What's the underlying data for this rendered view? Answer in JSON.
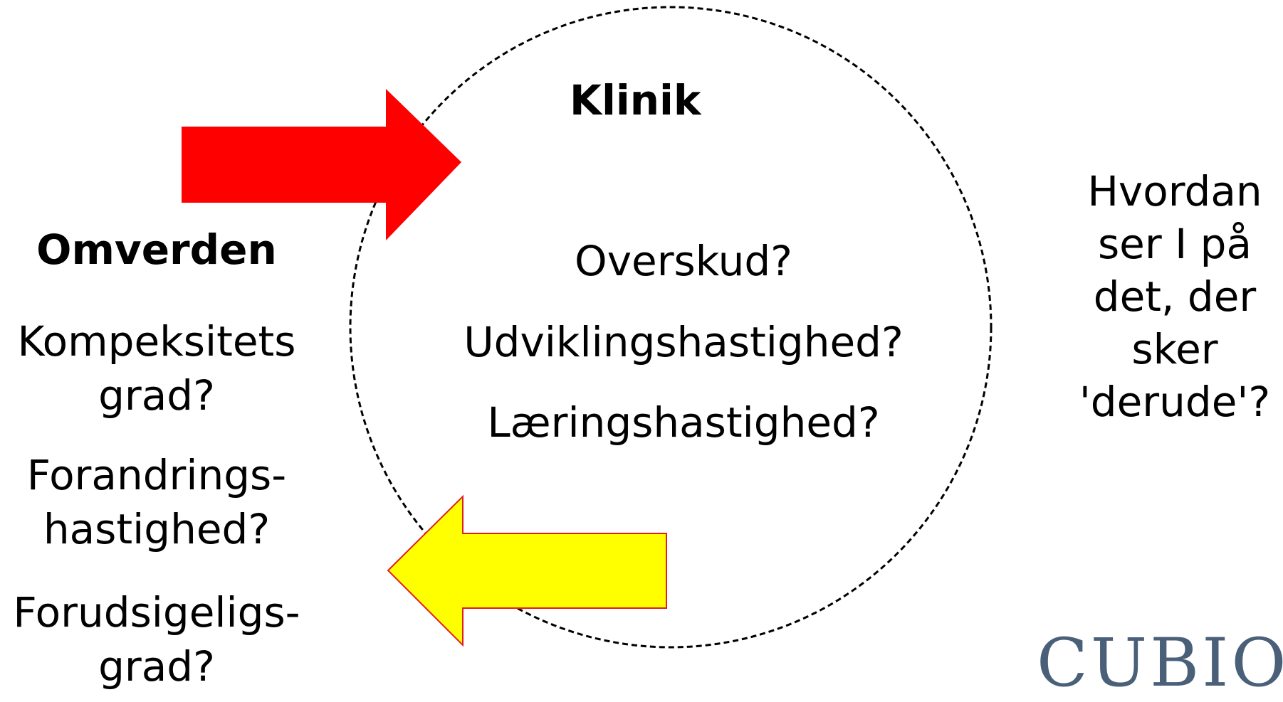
{
  "omverden": {
    "title": "Omverden",
    "questions": [
      "Kompeksitets\ngrad?",
      "Forandrings-\nhastighed?",
      "Forudsigeligs-\ngrad?"
    ]
  },
  "klinik": {
    "title": "Klinik",
    "questions": [
      "Overskud?",
      "Udviklingshastighed?",
      "Læringshastighed?"
    ]
  },
  "right_question": "Hvordan\nser I på\ndet, der\nsker\n'derude'?",
  "logo_text": "CUBIO",
  "colors": {
    "inbound_arrow": "#ff0000",
    "outbound_arrow": "#ffff00",
    "outbound_arrow_border": "#e02020",
    "circle_stroke": "#000000",
    "logo": "#4a6078"
  }
}
